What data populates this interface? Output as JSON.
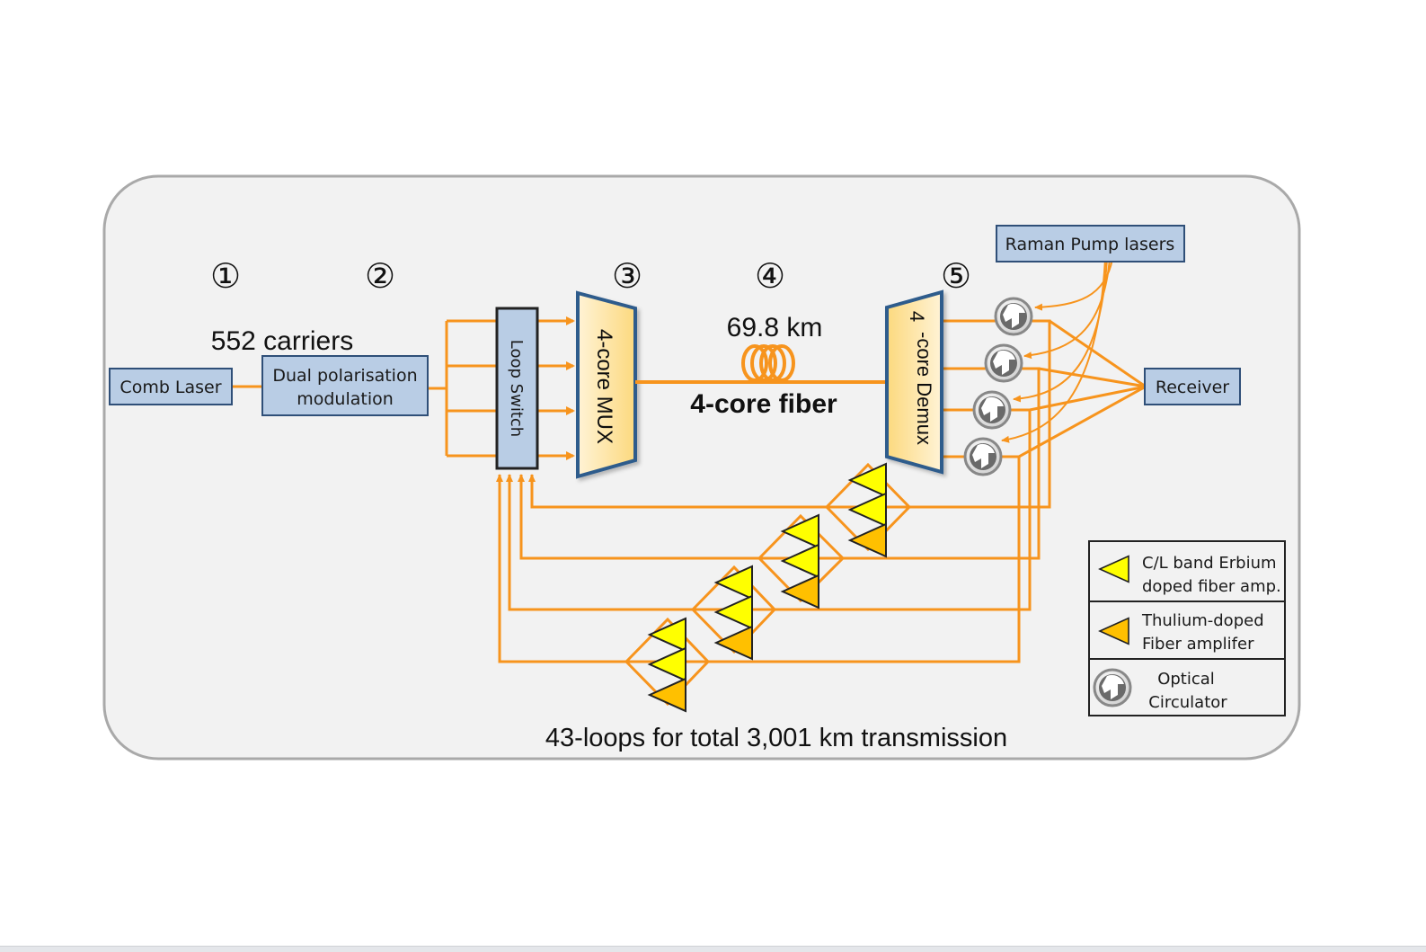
{
  "steps": {
    "one": "①",
    "two": "②",
    "three": "③",
    "four": "④",
    "five": "⑤"
  },
  "carriers_label": "552 carriers",
  "comb_laser": "Comb Laser",
  "modulation": {
    "line1": "Dual polarisation",
    "line2": "modulation"
  },
  "loop_switch": "Loop Switch",
  "mux": "4-core MUX",
  "demux": {
    "line1": "4",
    "line2": "-core Demux"
  },
  "span_length": "69.8 km",
  "fiber_label": "4-core fiber",
  "raman": "Raman Pump lasers",
  "receiver": "Receiver",
  "caption": "43-loops for total 3,001 km transmission",
  "legend": {
    "edfa": {
      "line1": "C/L band Erbium",
      "line2": "doped fiber amp.",
      "icon": "yellow-triangle"
    },
    "tdfa": {
      "line1": "Thulium-doped",
      "line2": "Fiber amplifer",
      "icon": "orange-triangle"
    },
    "circulator": {
      "line1": "Optical",
      "line2": "Circulator",
      "icon": "circulator"
    }
  },
  "colors": {
    "fiber": "#f7941d",
    "box_fill": "#b9cde5",
    "box_stroke": "#2f4f78",
    "mux_fill": "#fde9b8",
    "edfa": "#ffff00",
    "tdfa": "#ffc000",
    "panel": "#f2f2f2"
  }
}
